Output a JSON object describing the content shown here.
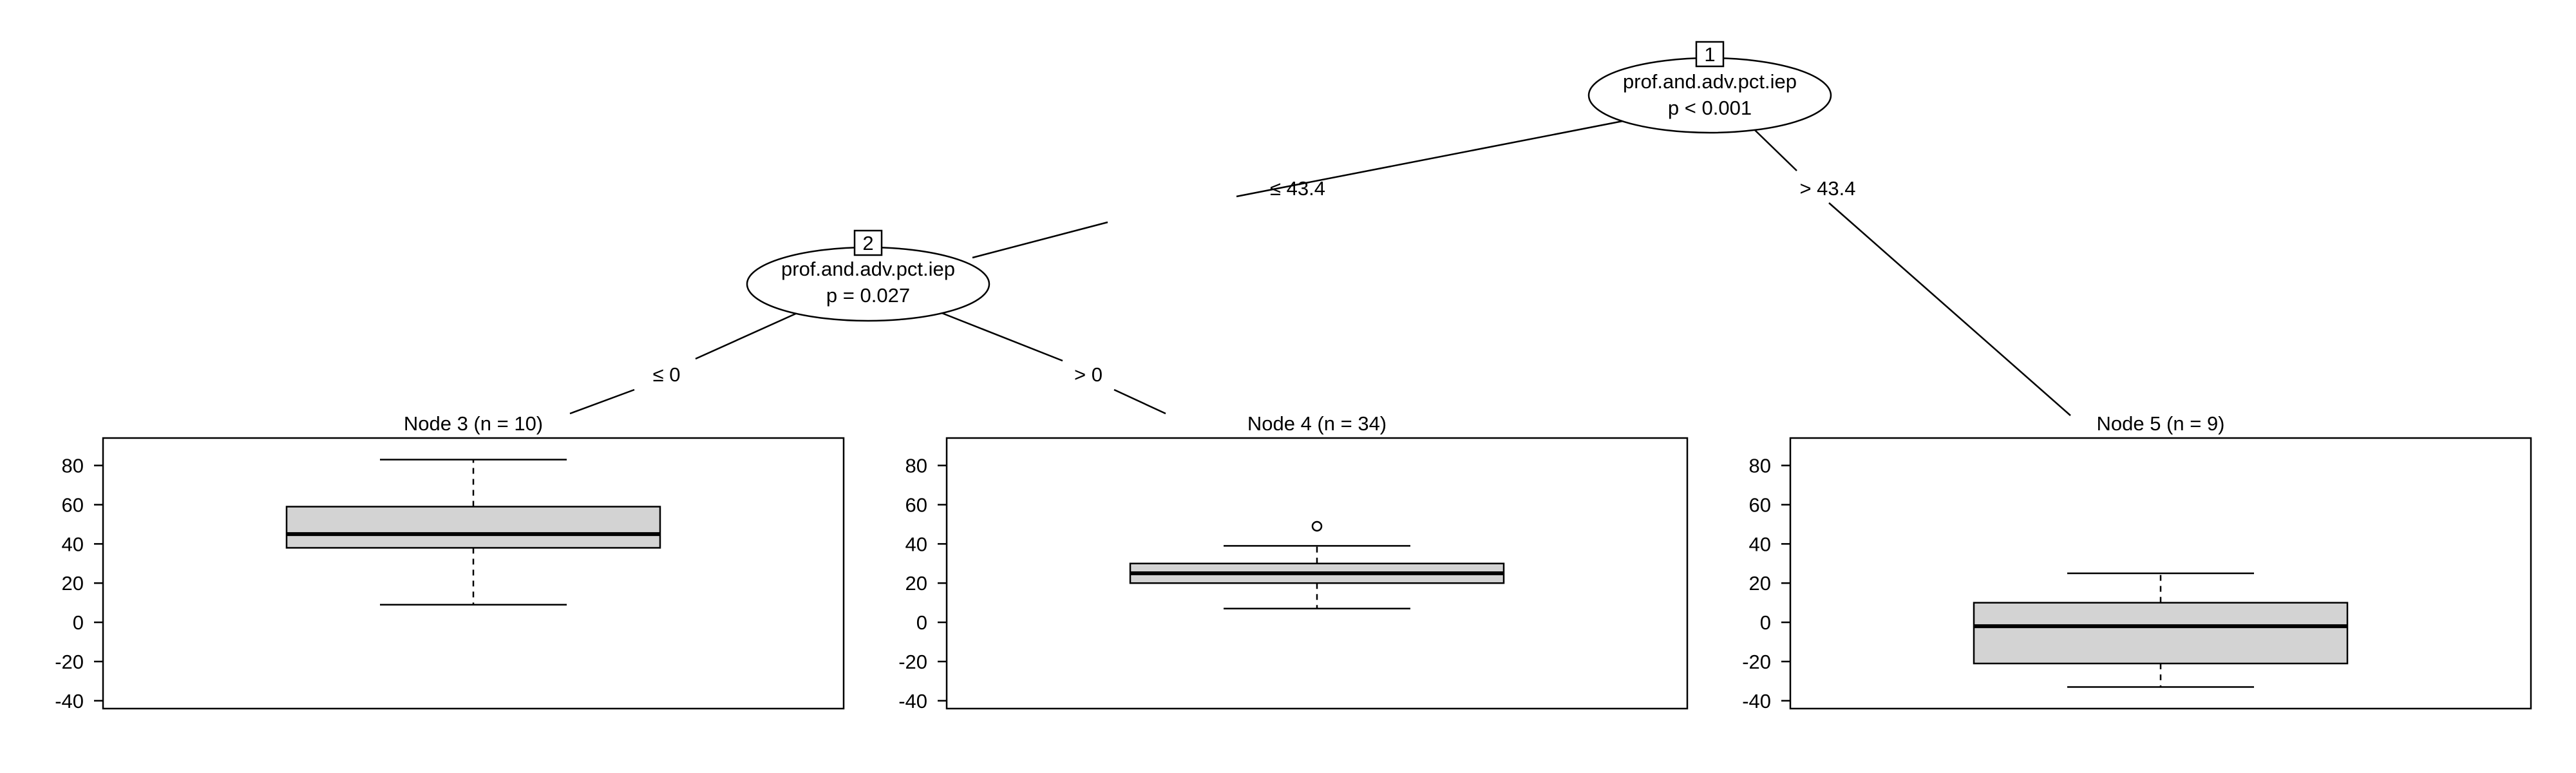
{
  "tree": {
    "inner_nodes": [
      {
        "id": "1",
        "variable": "prof.and.adv.pct.iep",
        "pvalue": "p < 0.001"
      },
      {
        "id": "2",
        "variable": "prof.and.adv.pct.iep",
        "pvalue": "p = 0.027"
      }
    ],
    "edges": [
      {
        "from": "1",
        "to": "2",
        "label": "≤ 43.4"
      },
      {
        "from": "1",
        "to": "5",
        "label": "> 43.4"
      },
      {
        "from": "2",
        "to": "3",
        "label": "≤ 0"
      },
      {
        "from": "2",
        "to": "4",
        "label": "> 0"
      }
    ]
  },
  "chart_data": {
    "type": "boxplot",
    "y_ticks": [
      80,
      60,
      40,
      20,
      0,
      -20,
      -40
    ],
    "ylim": [
      -44,
      94
    ],
    "box_fill": "#d3d3d3",
    "panels": [
      {
        "id": "3",
        "title": "Node 3 (n = 10)",
        "whisker_low": 9,
        "q1": 38,
        "median": 45,
        "q3": 59,
        "whisker_high": 83,
        "outliers": []
      },
      {
        "id": "4",
        "title": "Node 4 (n = 34)",
        "whisker_low": 7,
        "q1": 20,
        "median": 25,
        "q3": 30,
        "whisker_high": 39,
        "outliers": [
          49
        ]
      },
      {
        "id": "5",
        "title": "Node 5 (n = 9)",
        "whisker_low": -33,
        "q1": -21,
        "median": -2,
        "q3": 10,
        "whisker_high": 25,
        "outliers": []
      }
    ]
  }
}
